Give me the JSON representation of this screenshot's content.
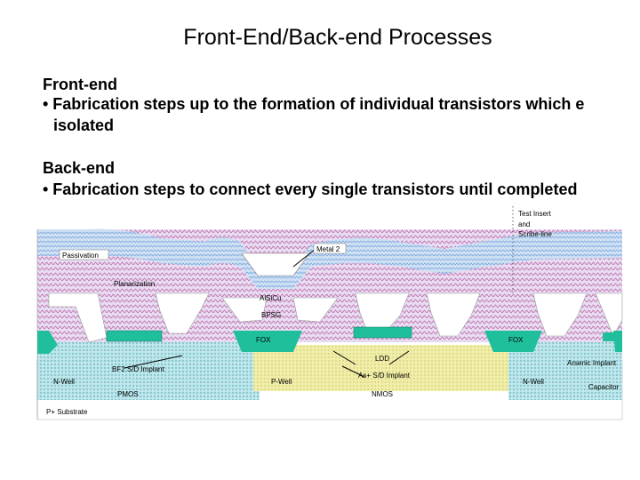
{
  "slide": {
    "title": "Front-End/Back-end Processes",
    "front_heading": "Front-end",
    "front_bullet_line1": "• Fabrication steps up to the formation of individual transistors which e",
    "front_bullet_line2": "isolated",
    "back_heading": "Back-end",
    "back_bullet": "• Fabrication steps to connect every single transistors until completed"
  },
  "diagram": {
    "labels": {
      "test_insert_1": "Test Insert",
      "test_insert_2": "and",
      "test_insert_3": "Scribe-line",
      "metal2": "Metal 2",
      "passivation": "Passivation",
      "planarization": "Planarization",
      "alsicu": "AlSiCu",
      "bpsg": "BPSG",
      "fox_left": "FOX",
      "fox_right": "FOX",
      "ldd": "LDD",
      "arsenic": "Arsenic Implant",
      "bf2": "BF2 S/D Implant",
      "as_sd": "As+ S/D Implant",
      "nwell_left": "N-Well",
      "pwell": "P-Well",
      "nwell_right": "N-Well",
      "capacitor": "Capacitor",
      "pmos": "PMOS",
      "nmos": "NMOS",
      "substrate": "P+ Substrate"
    },
    "colors": {
      "substrate": "#ffffff",
      "nwell": "#bfe6ea",
      "pwell": "#f0eea8",
      "fox": "#1fbf9c",
      "bpsg": "#e7dcf2",
      "metal": "#ffffff",
      "passivation": "#cfe0f4",
      "wave": "#c06aa8"
    }
  }
}
